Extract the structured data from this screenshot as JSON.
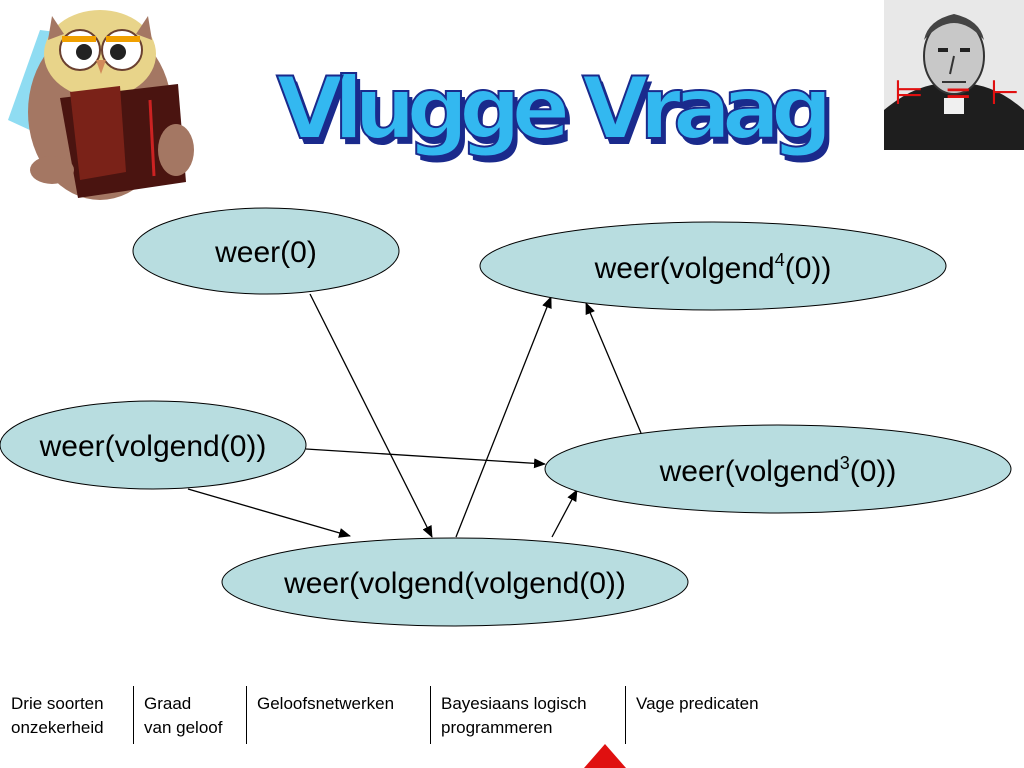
{
  "slide": {
    "title": "Vlugge Vraag",
    "logic_symbols": [
      "⊨",
      "=",
      "⊢"
    ]
  },
  "diagram": {
    "nodes": {
      "n0": {
        "base": "weer(0)",
        "sup": "",
        "tail": ""
      },
      "n1": {
        "base": "weer(volgend(0))",
        "sup": "",
        "tail": ""
      },
      "n2": {
        "base": "weer(volgend(volgend(0))",
        "sup": "",
        "tail": ""
      },
      "n3": {
        "base": "weer(volgend",
        "sup": "3",
        "tail": "(0))"
      },
      "n4": {
        "base": "weer(volgend",
        "sup": "4",
        "tail": "(0))"
      }
    },
    "edges": [
      {
        "from": "n0",
        "to": "n2"
      },
      {
        "from": "n1",
        "to": "n2"
      },
      {
        "from": "n1",
        "to": "n3"
      },
      {
        "from": "n2",
        "to": "n4"
      },
      {
        "from": "n2",
        "to": "n3"
      },
      {
        "from": "n3",
        "to": "n4"
      }
    ],
    "colors": {
      "node_fill": "#b8dde0",
      "node_stroke": "#000000",
      "title_fill": "#33b8f0",
      "title_shadow": "#1a2a8c",
      "symbol_color": "#e01010"
    }
  },
  "footer": {
    "items": [
      {
        "line1": "Drie soorten",
        "line2": "onzekerheid"
      },
      {
        "line1": "Graad",
        "line2": "van geloof"
      },
      {
        "line1": "Geloofsnetwerken",
        "line2": ""
      },
      {
        "line1": "Bayesiaans logisch",
        "line2": "programmeren"
      },
      {
        "line1": "Vage predicaten",
        "line2": ""
      }
    ]
  }
}
